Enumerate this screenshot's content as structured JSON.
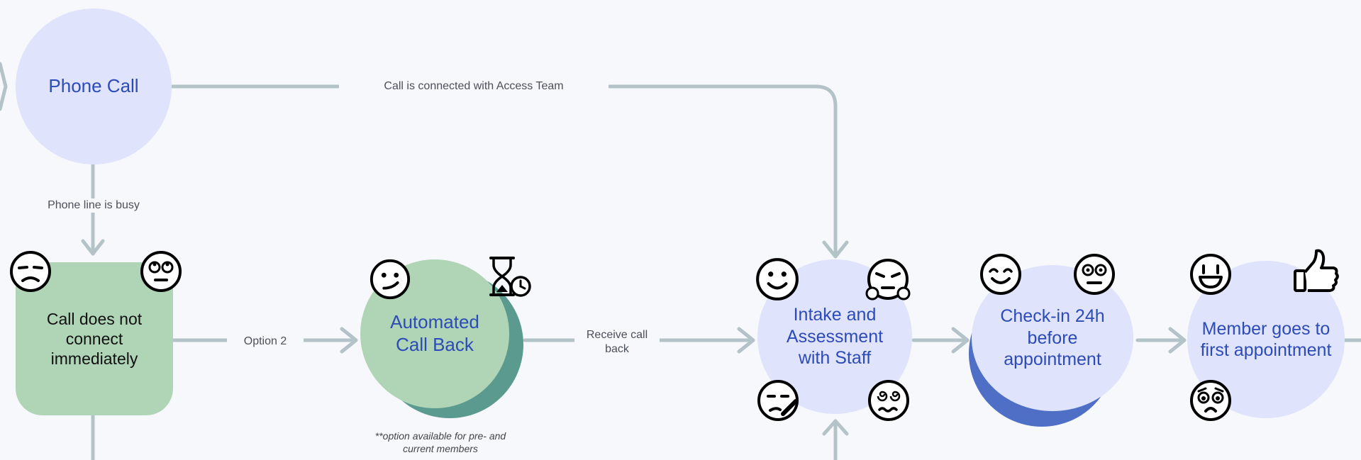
{
  "nodes": {
    "phone_call": "Phone Call",
    "call_not_connect": "Call does not connect immediately",
    "automated_callback": "Automated Call Back",
    "intake": "Intake and Assessment with Staff",
    "checkin": "Check-in 24h before appointment",
    "member_first": "Member goes to first appointment"
  },
  "edges": {
    "connected": "Call is connected with Access Team",
    "busy": "Phone line is busy",
    "option2": "Option 2",
    "receive_callback": "Receive call back"
  },
  "notes": {
    "callback_availability": "**option available for pre- and current members"
  },
  "colors": {
    "connector": "#b3c3c7",
    "lavender_node": "#dfe3fb",
    "green_node": "#afd5b6",
    "blue_text": "#2d4bb8"
  },
  "icons": [
    "sad-face-icon",
    "rolling-eyes-face-icon",
    "smirk-face-icon",
    "hourglass-clock-icon",
    "smile-face-icon",
    "steaming-angry-face-icon",
    "thermometer-face-icon",
    "dizzy-face-icon",
    "happy-face-icon",
    "neutral-face-icon",
    "grin-face-icon",
    "thumbs-up-icon",
    "worried-face-icon"
  ]
}
